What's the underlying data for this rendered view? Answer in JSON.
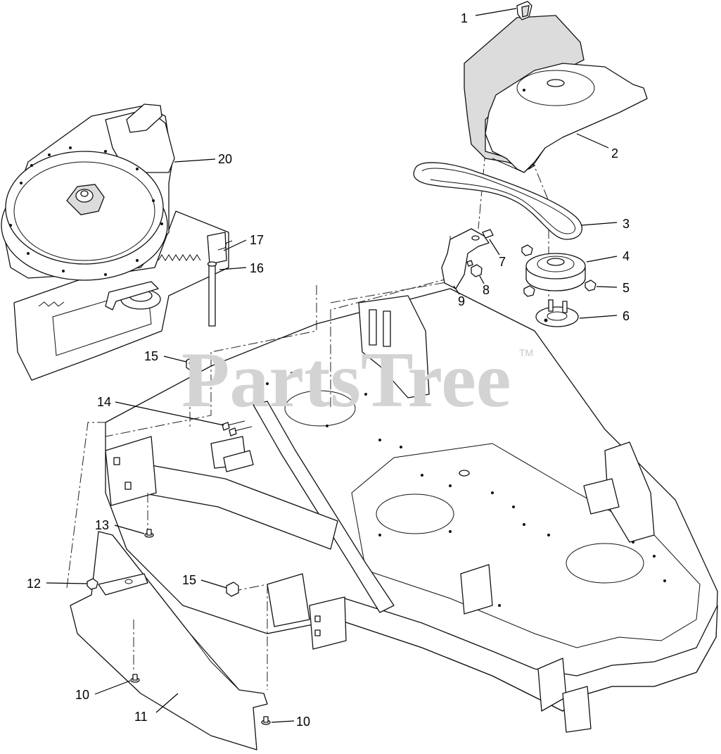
{
  "watermark": {
    "text": "PartsTree",
    "trademark": "TM"
  },
  "callouts": [
    {
      "id": "c1",
      "label": "1"
    },
    {
      "id": "c2",
      "label": "2"
    },
    {
      "id": "c3",
      "label": "3"
    },
    {
      "id": "c4",
      "label": "4"
    },
    {
      "id": "c5",
      "label": "5"
    },
    {
      "id": "c6",
      "label": "6"
    },
    {
      "id": "c7",
      "label": "7"
    },
    {
      "id": "c8",
      "label": "8"
    },
    {
      "id": "c9",
      "label": "9"
    },
    {
      "id": "c10a",
      "label": "10"
    },
    {
      "id": "c10b",
      "label": "10"
    },
    {
      "id": "c11",
      "label": "11"
    },
    {
      "id": "c12",
      "label": "12"
    },
    {
      "id": "c13",
      "label": "13"
    },
    {
      "id": "c14",
      "label": "14"
    },
    {
      "id": "c15a",
      "label": "15"
    },
    {
      "id": "c15b",
      "label": "15"
    },
    {
      "id": "c16",
      "label": "16"
    },
    {
      "id": "c17",
      "label": "17"
    },
    {
      "id": "c20",
      "label": "20"
    }
  ]
}
